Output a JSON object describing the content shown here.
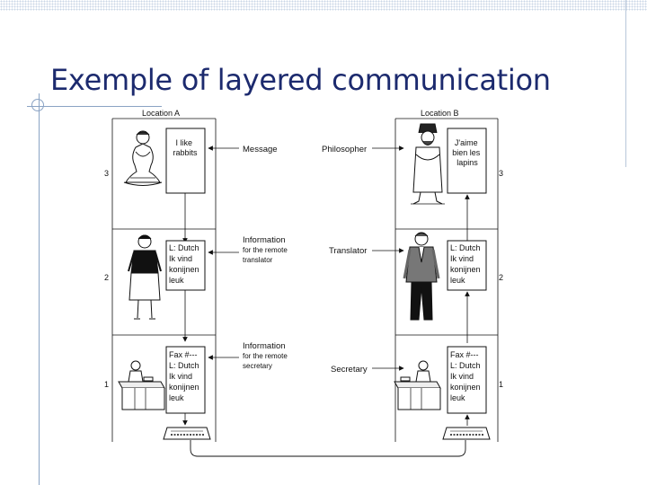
{
  "slide": {
    "title": "Exemple of layered communication"
  },
  "diagram": {
    "location_a": "Location A",
    "location_b": "Location B",
    "layers": [
      {
        "number": "3",
        "name": "Philosopher",
        "transfer_label": "Message",
        "note_a": [
          "I like",
          "rabbits"
        ],
        "note_b": [
          "J'aime",
          "bien les",
          "lapins"
        ]
      },
      {
        "number": "2",
        "name": "Translator",
        "transfer_label": [
          "Information",
          "for the remote",
          "translator"
        ],
        "note_a": [
          "L: Dutch",
          "Ik vind",
          "konijnen",
          "leuk"
        ],
        "note_b": [
          "L: Dutch",
          "Ik vind",
          "konijnen",
          "leuk"
        ]
      },
      {
        "number": "1",
        "name": "Secretary",
        "transfer_label": [
          "Information",
          "for the remote",
          "secretary"
        ],
        "note_a": [
          "Fax #---",
          "L: Dutch",
          "Ik vind",
          "konijnen",
          "leuk"
        ],
        "note_b": [
          "Fax #---",
          "L: Dutch",
          "Ik vind",
          "konijnen",
          "leuk"
        ]
      }
    ],
    "icons": [
      "philosopher-figure-icon",
      "translator-figure-icon",
      "secretary-desk-icon",
      "fax-machine-icon"
    ]
  }
}
